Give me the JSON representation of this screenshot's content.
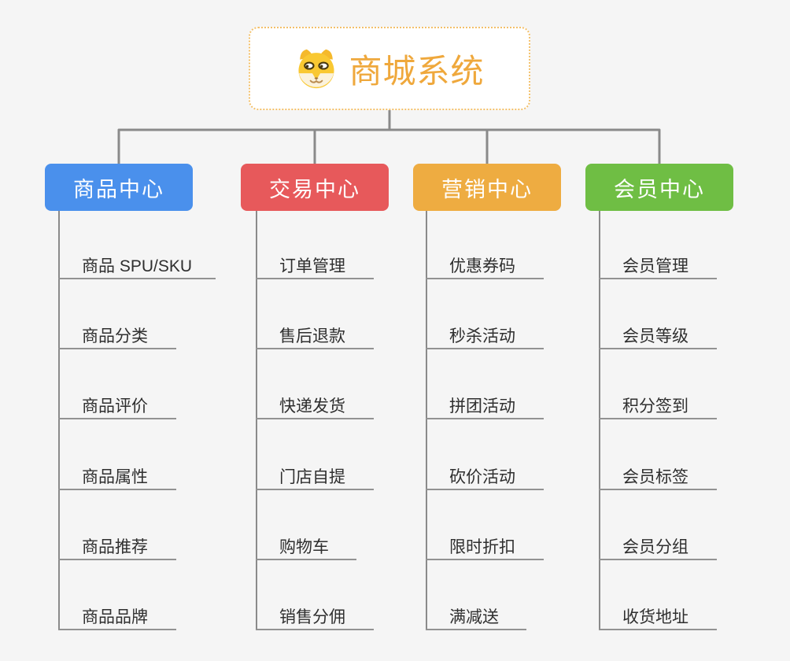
{
  "page": {
    "background": "#f5f5f5"
  },
  "colors": {
    "connector": "#8a8a8a",
    "leaf_line": "#929292",
    "leaf_text": "#2f2f2f",
    "root_border": "#f3c06a",
    "root_title": "#efa83c"
  },
  "root": {
    "title": "商城系统",
    "icon": "dog-face-icon"
  },
  "branches": [
    {
      "label": "商品中心",
      "color": "#4a90ec",
      "items": [
        "商品 SPU/SKU",
        "商品分类",
        "商品评价",
        "商品属性",
        "商品推荐",
        "商品品牌"
      ]
    },
    {
      "label": "交易中心",
      "color": "#e7595b",
      "items": [
        "订单管理",
        "售后退款",
        "快递发货",
        "门店自提",
        "购物车",
        "销售分佣"
      ]
    },
    {
      "label": "营销中心",
      "color": "#eeac41",
      "items": [
        "优惠券码",
        "秒杀活动",
        "拼团活动",
        "砍价活动",
        "限时折扣",
        "满减送"
      ]
    },
    {
      "label": "会员中心",
      "color": "#6fbe44",
      "items": [
        "会员管理",
        "会员等级",
        "积分签到",
        "会员标签",
        "会员分组",
        "收货地址"
      ]
    }
  ]
}
